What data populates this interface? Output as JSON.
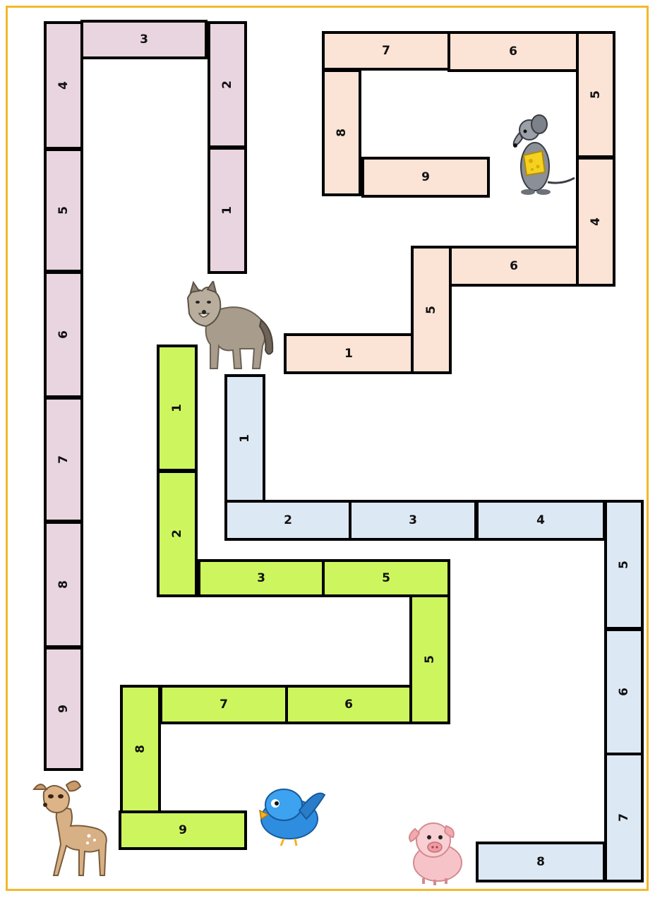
{
  "colors": {
    "frame": "#f2b92b",
    "pink_path": "#e9d5df",
    "peach_path": "#fbe3d6",
    "green_path": "#cdf65e",
    "blue_path": "#dde8f5"
  },
  "paths": {
    "pink": [
      "3",
      "4",
      "2",
      "1",
      "5",
      "6",
      "7",
      "8",
      "9"
    ],
    "peach": [
      "7",
      "6",
      "5",
      "8",
      "9",
      "4",
      "6",
      "5",
      "1"
    ],
    "green": [
      "1",
      "2",
      "3",
      "5",
      "5",
      "7",
      "6",
      "8",
      "9"
    ],
    "blue": [
      "1",
      "2",
      "3",
      "4",
      "5",
      "6",
      "7",
      "8"
    ]
  },
  "animals": [
    "wolf-icon",
    "mouse-with-cheese-icon",
    "deer-icon",
    "bird-icon",
    "pig-icon"
  ]
}
